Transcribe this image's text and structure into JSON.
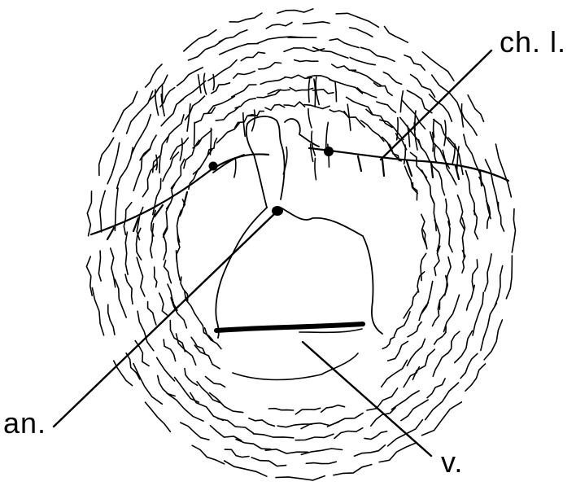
{
  "labels": {
    "chordae_lateralis": "ch. l.",
    "anus": "an.",
    "vessel": "v."
  },
  "colors": {
    "ink": "#000000",
    "paper": "#ffffff"
  }
}
